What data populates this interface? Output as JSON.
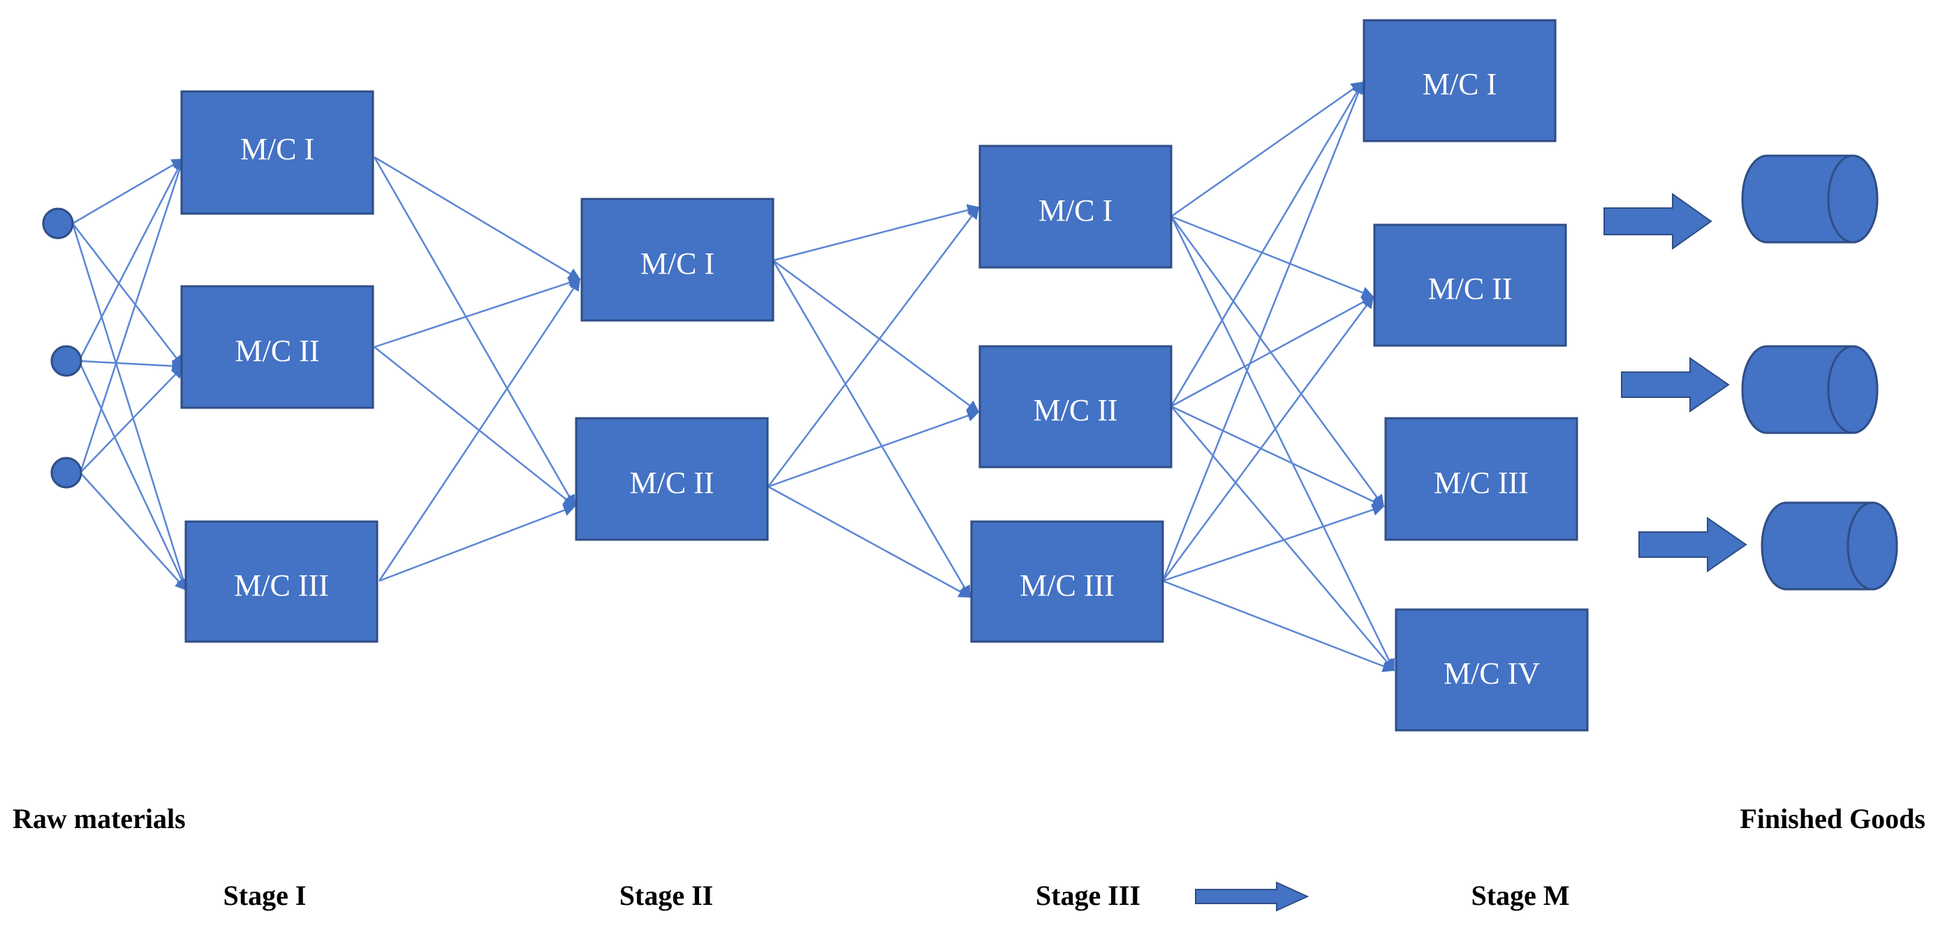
{
  "colors": {
    "box_fill": "#4472C4",
    "box_stroke": "#2F4E86",
    "edge": "#5B86D4",
    "arrow_fill": "#4472C4"
  },
  "stages": {
    "stage1": {
      "label": "Stage I",
      "machines": [
        "M/C I",
        "M/C II",
        "M/C III"
      ]
    },
    "stage2": {
      "label": "Stage II",
      "machines": [
        "M/C I",
        "M/C II"
      ]
    },
    "stage3": {
      "label": "Stage III",
      "machines": [
        "M/C I",
        "M/C II",
        "M/C III"
      ]
    },
    "stageM": {
      "label": "Stage M",
      "machines": [
        "M/C I",
        "M/C II",
        "M/C III",
        "M/C IV"
      ]
    }
  },
  "labels": {
    "raw_materials": "Raw materials",
    "finished_goods": "Finished Goods"
  },
  "raw_material_count": 3,
  "finished_goods_count": 3
}
